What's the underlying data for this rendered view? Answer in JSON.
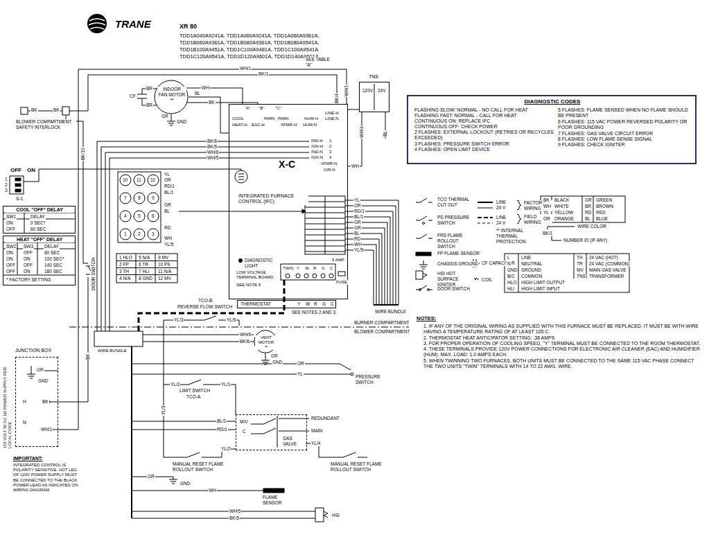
{
  "diagram": {
    "title": "XR 80",
    "nodes": [
      {
        "text": [
          "DIAGNOSTIC CODES",
          "FLASHING SLOW: NORMAL - NO CALL FOR HEAT",
          "FLASHING FAST: NORMAL - CALL FOR HEAT",
          "CONTINUOUS ON: REPLACE IFC",
          "CONTINUOUS OFF: CHECK POWER",
          "2 FLASHES: EXTERNAL LOCKOUT (RETRIES OR RECYCLES EXCEEDED)",
          "3 FLASHES: PRESSURE SWITCH ERROR",
          "4 FLASHES: OPEN LIMIT DEVICE",
          "5 FLASHES: FLAME SENSED WHEN NO FLAME SHOULD BE PRESENT",
          "6 FLASHES: 115 VAC POWER REVERSED POLARITY OR POOR GROUNDING",
          "7 FLASHES: GAS VALVE CIRCUIT ERROR",
          "8 FLASHES: LOW FLAME SENSE SIGNAL",
          "9 FLASHES: CHECK IGNITER"
        ]
      },
      {
        "text": [
          "X-C",
          "INTEGRATED FURNACE CONTROL (IFC)"
        ]
      },
      {
        "text": [
          "THERMOSTAT",
          "Y",
          "W",
          "R",
          "G",
          "C"
        ]
      },
      {
        "text": [
          "TNS",
          "120V",
          "24V"
        ]
      },
      {
        "text": [
          "INDOOR FAN MOTOR",
          "**"
        ]
      },
      {
        "text": [
          "COOL \"OFF\" DELAY",
          "SW1",
          "DELAY",
          "ON",
          "0 SEC*",
          "OFF",
          "60 SEC"
        ]
      },
      {
        "text": [
          "HEAT \"OFF\" DELAY",
          "SW2",
          "SW3",
          "DELAY",
          "ON",
          "OFF",
          "60 SEC",
          "ON",
          "ON",
          "100 SEC*",
          "OFF",
          "OFF",
          "140 SEC",
          "OFF",
          "ON",
          "180 SEC",
          "* FACTORY SETTING"
        ]
      },
      {
        "text": [
          "JUNCTION BOX"
        ]
      },
      {
        "text": [
          "VENT MOTOR",
          "**"
        ]
      },
      {
        "text": [
          "M/V",
          "C",
          "GAS VALVE"
        ]
      }
    ],
    "edges": [
      {
        "from": 4,
        "to": 1,
        "arrow": "none"
      },
      {
        "from": 3,
        "to": 1,
        "arrow": "none"
      }
    ],
    "labels": [
      "TRANE",
      "TDD1A040A9241A, TDD1A060A9241A, TDD1A060A9361A,",
      "TDD1B060A9361A, TDD1B080A9361A, TDD1B080A9541A,",
      "TDD1B100A9451A, TDD1C100A9481A, TDD1C100A9541A",
      "TDD1C120A9541A, TDD1D120A9601A, TDD1D140A9601A",
      "WH/1",
      "BK/1",
      "SEE TABLE \"A\"",
      "BK/10",
      "BK",
      "BK",
      "BLOWER COMPARTMENT SAFETY INTERLOCK",
      "BR",
      "BR",
      "CF",
      "GR",
      "GND",
      "WH",
      "BK",
      "BL",
      "BK/4",
      "WH/1",
      "WH/4",
      "BL",
      "WH",
      "\"A\"",
      "\"B\"",
      "\"C\"",
      "COOL",
      "PARK",
      "PARK",
      "HUM-H",
      "HEAT-H",
      "EAC-H",
      "XFMR-H",
      "HUM-N",
      "LINE-H",
      "LINE-N",
      "IND-H",
      "IGN-H",
      "IND-N",
      "IGN-N",
      "1",
      "2",
      "3",
      "4",
      "XFMR-N",
      "CIR-N",
      "BK/6",
      "BK/5",
      "WH/6",
      "WH/5",
      "OFF",
      "ON",
      "1",
      "2",
      "3",
      "S-1",
      "10",
      "11",
      "12",
      "7",
      "8",
      "9",
      "4",
      "5",
      "6",
      "1",
      "2",
      "3",
      "YL",
      "OR",
      "RD/1",
      "BL/1",
      "GR",
      "BL",
      "RD",
      "WH",
      "YL/5",
      "1 HLO",
      "5 N/A",
      "9 MV",
      "2 FP",
      "6 TR",
      "10 PS",
      "3 TH",
      "7 HLI",
      "11 N/A",
      "4 N/A",
      "8 GND",
      "12 MV",
      "DIAGNOSTIC LIGHT",
      "LOW VOLTAGE TERMINAL BOARD",
      "SEE NOTE 5",
      "TWIN",
      "Y",
      "W",
      "R",
      "G",
      "C",
      "5 AMP",
      "FUSE",
      "SEE NOTES 2 AND 3",
      "YL",
      "OR",
      "RD/1",
      "BL/1",
      "GR",
      "GR",
      "BL",
      "RD",
      "WH",
      "YL/5",
      "WIRE BUNDLE",
      "BURNER COMPARTMENT",
      "BLOWER COMPARTMENT",
      "TCO-B",
      "REVERSE FLOW SWITCH",
      "YL/3",
      "YL/5",
      "DOOR SWITCH",
      "BK",
      "WIRE BUNDLE",
      "GR",
      "GND",
      "H",
      "BK",
      "N",
      "WH/1",
      "115 VOLT 60 HZ 1Ø POWER SUPPLY PER LOCAL CODE",
      "IMPORTANT:",
      "INTEGRATED CONTROL IS POLARITY SENSITIVE. HOT LEG OF 120V POWER SUPPLY MUST BE CONNECTED TO THE BLACK POWER LEAD AS INDICATED ON WIRING DIAGRAM.",
      "WH/6",
      "BK/6",
      "GR",
      "GND",
      "OR",
      "YL",
      "PRESSURE SWITCH",
      "YL/2",
      "YL/1",
      "LIMIT SWITCH",
      "TCO-A",
      "YL/3",
      "BL/1",
      "RD/1",
      "REDUNDANT",
      "MAIN",
      "YL/2",
      "YL/4",
      "MANUAL RESET FLAME ROLLOUT SWITCH",
      "MANUAL RESET FLAME ROLLOUT SWITCH",
      "GR",
      "GND",
      "WH",
      "FLAME SENSOR",
      "WH/5",
      "BK/5",
      "HSI",
      "TCO THERMAL CUT OUT",
      "PS PRESSURE SWITCH",
      "FRS FLAME ROLLOUT SWITCH",
      "FP FLAME SENSOR",
      "CHASSIS GROUND",
      "HSI HOT SURFACE IGNITER",
      "DOOR SWITCH",
      "CF CAPACITOR",
      "COIL",
      "FACTORY WIRING",
      "FIELD WIRING",
      "** INTERNAL THERMAL PROTECTION",
      "BK",
      "BLACK",
      "GR",
      "GREEN",
      "WH",
      "WHITE",
      "BR",
      "BROWN",
      "YL",
      "YELLOW",
      "RD",
      "RED",
      "OR",
      "ORANGE",
      "BL",
      "BLUE",
      "WIRE COLOR",
      "BK/1",
      "NUMBER ID (IF ANY)",
      "L",
      "LINE",
      "TH",
      "24 VAC (HOT)",
      "N",
      "NEUTRAL",
      "TR",
      "24 VAC (COMMON)",
      "GND",
      "GROUND",
      "MV",
      "MAIN GAS VALVE",
      "B/C",
      "COMMON",
      "TNS",
      "TRANSFORMER",
      "HLO",
      "HIGH LIMIT OUTPUT",
      "HLI",
      "HIGH LIMIT INPUT",
      "NOTES:",
      "1. IF ANY OF THE ORIGINAL WIRING AS SUPPLIED WITH THIS FURNACE MUST BE REPLACED, IT MUST BE WITH WIRE HAVING A TEMPERATURE RATING OF AT LEAST 105 C.",
      "2. THERMOSTAT HEAT ANTICIPATOR SETTING: .38 AMPS",
      "3. FOR PROPER OPERATION OF COOLING SPEED, \"Y\" TERMINAL MUST BE CONNECTED TO THE ROOM THERMOSTAT.",
      "4. THESE TERMINALS PROVIDE 120V POWER CONNECTIONS FOR ELECTRONIC AIR CLEANER (EAC) AND HUMIDIFIER (HUM). MAX. LOAD: 1.0 AMPS EACH.",
      "5. WHEN TWINNING TWO FURNACES, BOTH UNITS MUST BE CONNECTED TO THE SAME 115 VAC PHASE CONNECT THE TWO UNITS \"TWIN\" TERMINALS WITH 14 TO 22 AWG. WIRE."
    ],
    "legend": [
      {
        "text": "LINE"
      },
      {
        "text": "24 V"
      },
      {
        "text": "LINE"
      },
      {
        "text": "24 V"
      }
    ]
  }
}
